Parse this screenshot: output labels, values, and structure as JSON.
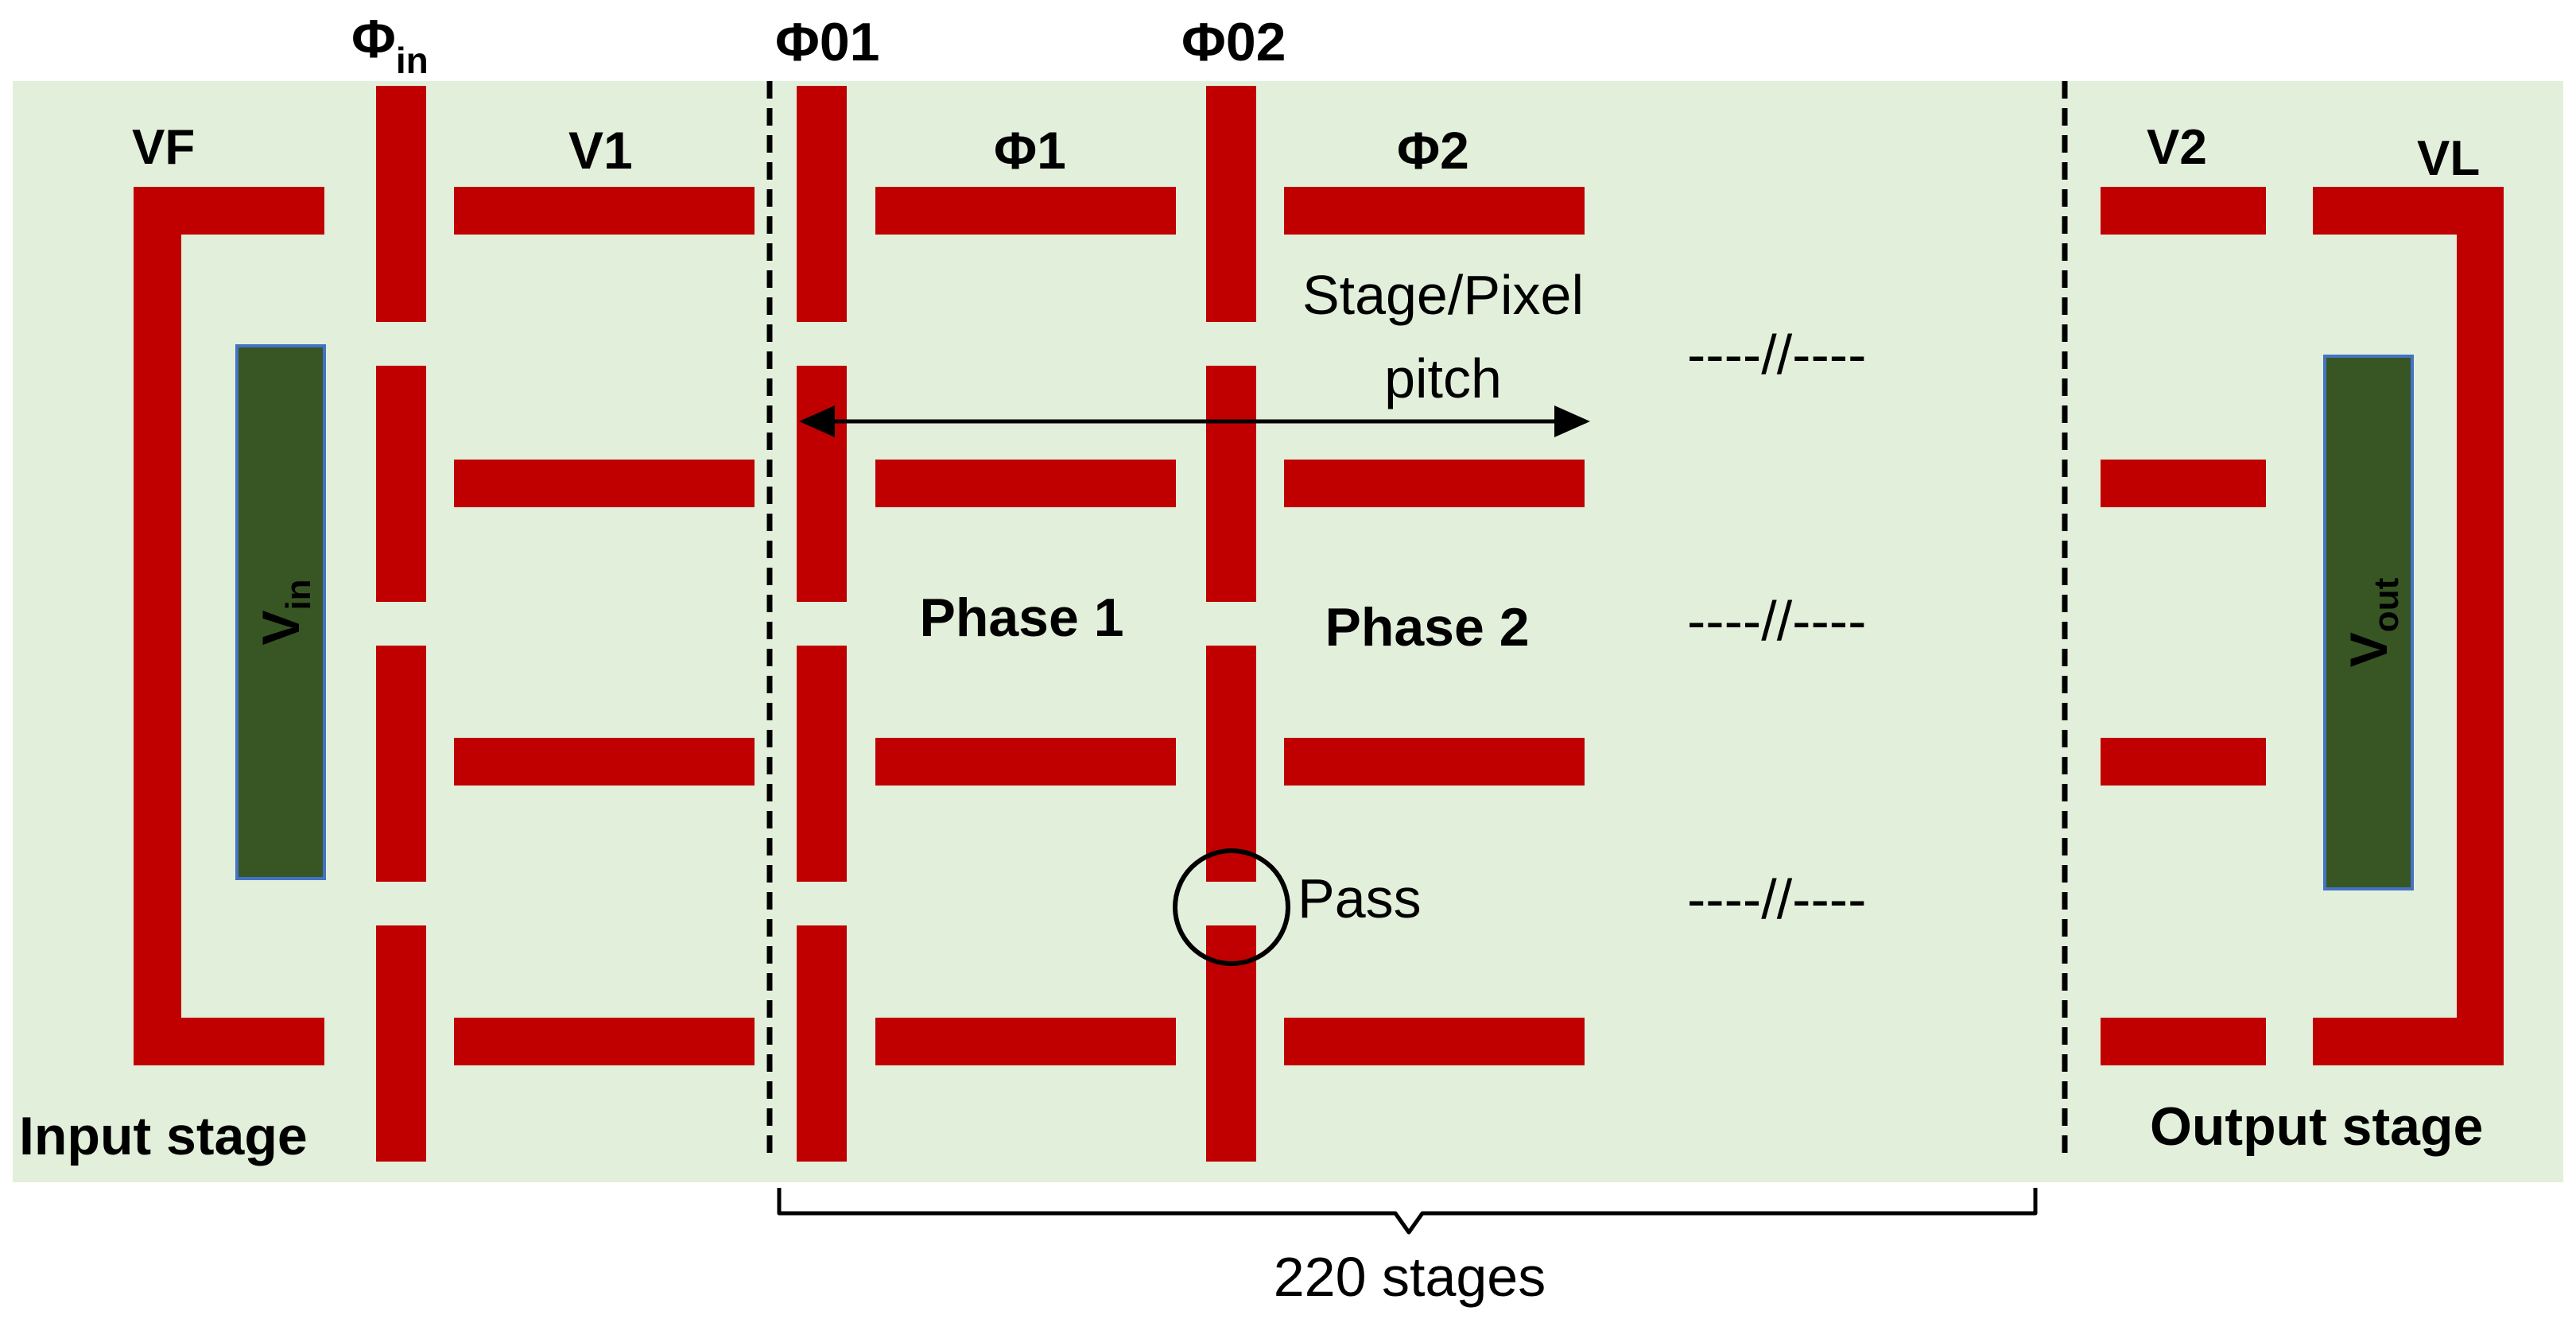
{
  "colors": {
    "background": "#e2efda",
    "electrode": "#c00000",
    "sensor": "#375623",
    "sensor_border": "#4472c4",
    "ink": "#000000",
    "sensor_text": "#ffffff"
  },
  "labels": {
    "phi_in": {
      "main": "Φ",
      "sub": "in"
    },
    "phi01": "Φ01",
    "phi02": "Φ02",
    "phi1": "Φ1",
    "phi2": "Φ2",
    "vf": "VF",
    "v1": "V1",
    "v2": "V2",
    "vl": "VL",
    "stage_pitch_line1": "Stage/Pixel",
    "stage_pitch_line2": "pitch",
    "phase1": "Phase 1",
    "phase2": "Phase 2",
    "pass": "Pass",
    "continuation": "----//----",
    "input_stage": "Input stage",
    "output_stage": "Output stage",
    "stages": "220 stages",
    "vin": {
      "main": "V",
      "sub": "in"
    },
    "vout": {
      "main": "V",
      "sub": "out"
    }
  }
}
